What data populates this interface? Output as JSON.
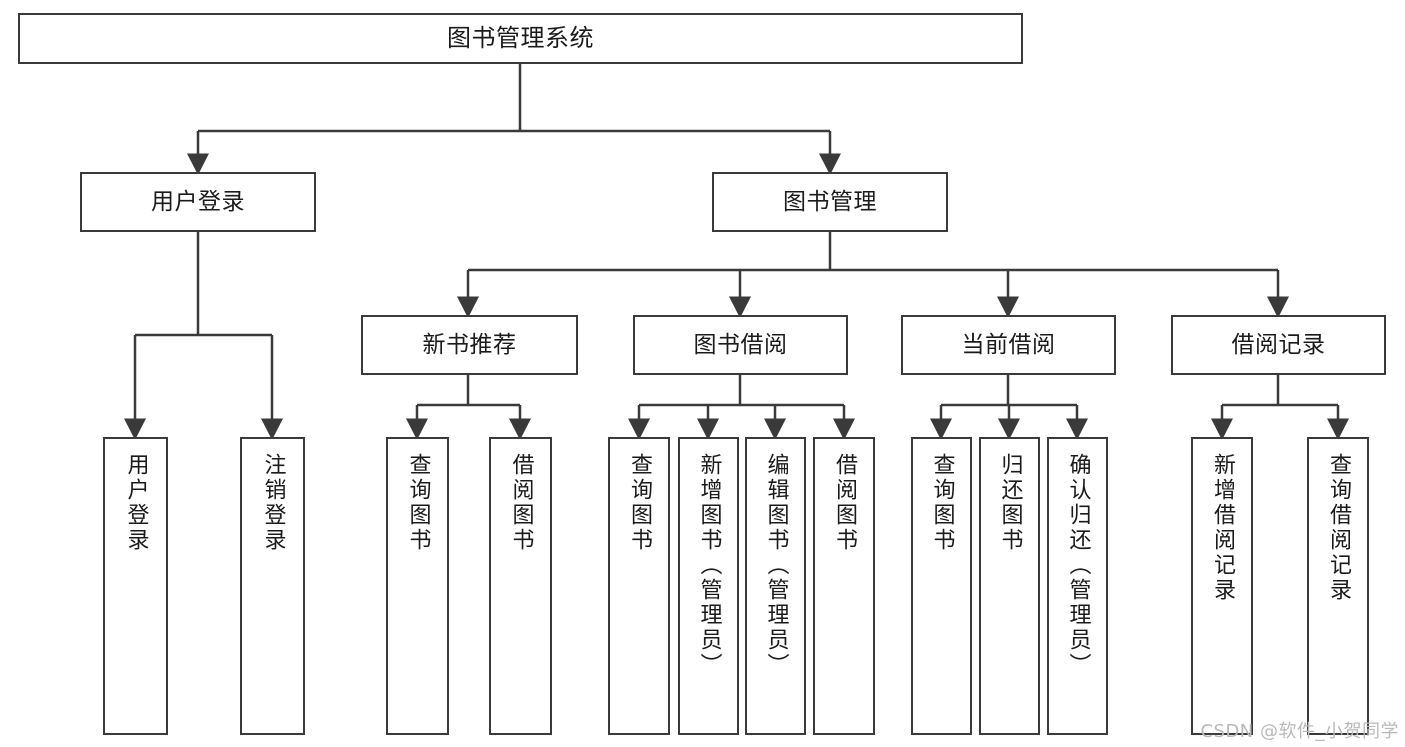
{
  "diagram": {
    "title": "图书管理系统",
    "type": "hierarchy-tree",
    "background_color": "#ffffff",
    "box_border_color": "#3a3a3a",
    "text_color": "#1b1b1b",
    "root": {
      "label": "图书管理系统"
    },
    "level1": [
      {
        "label": "用户登录"
      },
      {
        "label": "图书管理"
      }
    ],
    "level2": [
      {
        "label": "新书推荐"
      },
      {
        "label": "图书借阅"
      },
      {
        "label": "当前借阅"
      },
      {
        "label": "借阅记录"
      }
    ],
    "leaves": {
      "user_login": [
        {
          "label": "用户登录"
        },
        {
          "label": "注销登录"
        }
      ],
      "new_book_recommend": [
        {
          "label": "查询图书"
        },
        {
          "label": "借阅图书"
        }
      ],
      "book_borrow": [
        {
          "label": "查询图书"
        },
        {
          "label": "新增图书（管理员）"
        },
        {
          "label": "编辑图书（管理员）"
        },
        {
          "label": "借阅图书"
        }
      ],
      "current_borrow": [
        {
          "label": "查询图书"
        },
        {
          "label": "归还图书"
        },
        {
          "label": "确认归还（管理员）"
        }
      ],
      "borrow_record": [
        {
          "label": "新增借阅记录"
        },
        {
          "label": "查询借阅记录"
        }
      ]
    }
  },
  "watermark": {
    "text": "CSDN @软件_小贺同学"
  }
}
